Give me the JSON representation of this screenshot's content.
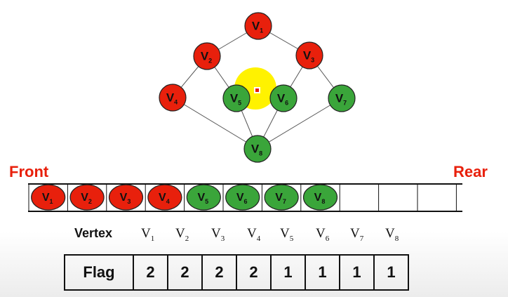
{
  "labels": {
    "front": "Front",
    "rear": "Rear",
    "vertex_header": "Vertex",
    "flag_header": "Flag"
  },
  "colors": {
    "visited": "#e8200c",
    "queued": "#3aa53a",
    "highlight": "#fff200",
    "cursor": "#e8200c",
    "edge": "#555555"
  },
  "graph": {
    "vertices": [
      {
        "id": "V1",
        "letter": "V",
        "sub": "1",
        "state": "visited"
      },
      {
        "id": "V2",
        "letter": "V",
        "sub": "2",
        "state": "visited"
      },
      {
        "id": "V3",
        "letter": "V",
        "sub": "3",
        "state": "visited"
      },
      {
        "id": "V4",
        "letter": "V",
        "sub": "4",
        "state": "visited"
      },
      {
        "id": "V5",
        "letter": "V",
        "sub": "5",
        "state": "queued"
      },
      {
        "id": "V6",
        "letter": "V",
        "sub": "6",
        "state": "queued"
      },
      {
        "id": "V7",
        "letter": "V",
        "sub": "7",
        "state": "queued"
      },
      {
        "id": "V8",
        "letter": "V",
        "sub": "8",
        "state": "queued"
      }
    ],
    "edges": [
      [
        "V1",
        "V2"
      ],
      [
        "V1",
        "V3"
      ],
      [
        "V2",
        "V4"
      ],
      [
        "V2",
        "V5"
      ],
      [
        "V3",
        "V6"
      ],
      [
        "V3",
        "V7"
      ],
      [
        "V5",
        "V8"
      ],
      [
        "V6",
        "V8"
      ],
      [
        "V7",
        "V8"
      ],
      [
        "V4",
        "V8"
      ]
    ]
  },
  "queue": [
    {
      "letter": "V",
      "sub": "1",
      "state": "visited"
    },
    {
      "letter": "V",
      "sub": "2",
      "state": "visited"
    },
    {
      "letter": "V",
      "sub": "3",
      "state": "visited"
    },
    {
      "letter": "V",
      "sub": "4",
      "state": "visited"
    },
    {
      "letter": "V",
      "sub": "5",
      "state": "queued"
    },
    {
      "letter": "V",
      "sub": "6",
      "state": "queued"
    },
    {
      "letter": "V",
      "sub": "7",
      "state": "queued"
    },
    {
      "letter": "V",
      "sub": "8",
      "state": "queued"
    },
    null,
    null,
    null
  ],
  "vertex_row": [
    {
      "letter": "V",
      "sub": "1"
    },
    {
      "letter": "V",
      "sub": "2"
    },
    {
      "letter": "V",
      "sub": "3"
    },
    {
      "letter": "V",
      "sub": "4"
    },
    {
      "letter": "V",
      "sub": "5"
    },
    {
      "letter": "V",
      "sub": "6"
    },
    {
      "letter": "V",
      "sub": "7"
    },
    {
      "letter": "V",
      "sub": "8"
    }
  ],
  "flags": [
    "2",
    "2",
    "2",
    "2",
    "1",
    "1",
    "1",
    "1"
  ]
}
